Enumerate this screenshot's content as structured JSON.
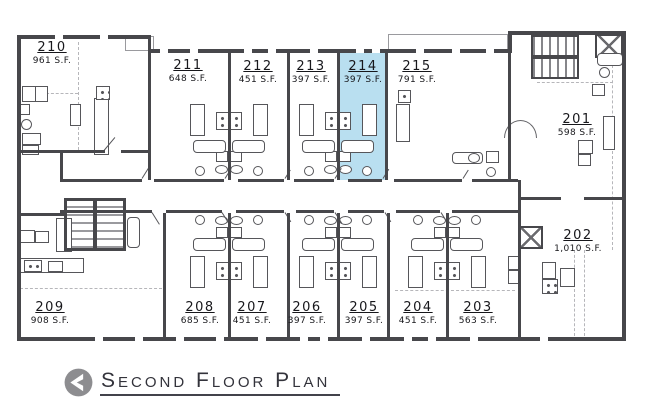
{
  "title": {
    "label": "Second Floor Plan",
    "logo_icon": "left-arrow-circle-icon",
    "underlined": true
  },
  "floor_plan": {
    "highlighted_unit": "214",
    "colors": {
      "highlight": "#b9dff0",
      "wall": "#47474b",
      "title_text": "#33333b",
      "logo_gray": "#8d8d90"
    },
    "units": {
      "u201": {
        "number": "201",
        "area": "598 S.F."
      },
      "u202": {
        "number": "202",
        "area": "1,010 S.F."
      },
      "u203": {
        "number": "203",
        "area": "563 S.F."
      },
      "u204": {
        "number": "204",
        "area": "451 S.F."
      },
      "u205": {
        "number": "205",
        "area": "397 S.F."
      },
      "u206": {
        "number": "206",
        "area": "397 S.F."
      },
      "u207": {
        "number": "207",
        "area": "451 S.F."
      },
      "u208": {
        "number": "208",
        "area": "685 S.F."
      },
      "u209": {
        "number": "209",
        "area": "908 S.F."
      },
      "u210": {
        "number": "210",
        "area": "961 S.F."
      },
      "u211": {
        "number": "211",
        "area": "648 S.F."
      },
      "u212": {
        "number": "212",
        "area": "451 S.F."
      },
      "u213": {
        "number": "213",
        "area": "397 S.F."
      },
      "u214": {
        "number": "214",
        "area": "397 S.F."
      },
      "u215": {
        "number": "215",
        "area": "791 S.F."
      }
    }
  }
}
